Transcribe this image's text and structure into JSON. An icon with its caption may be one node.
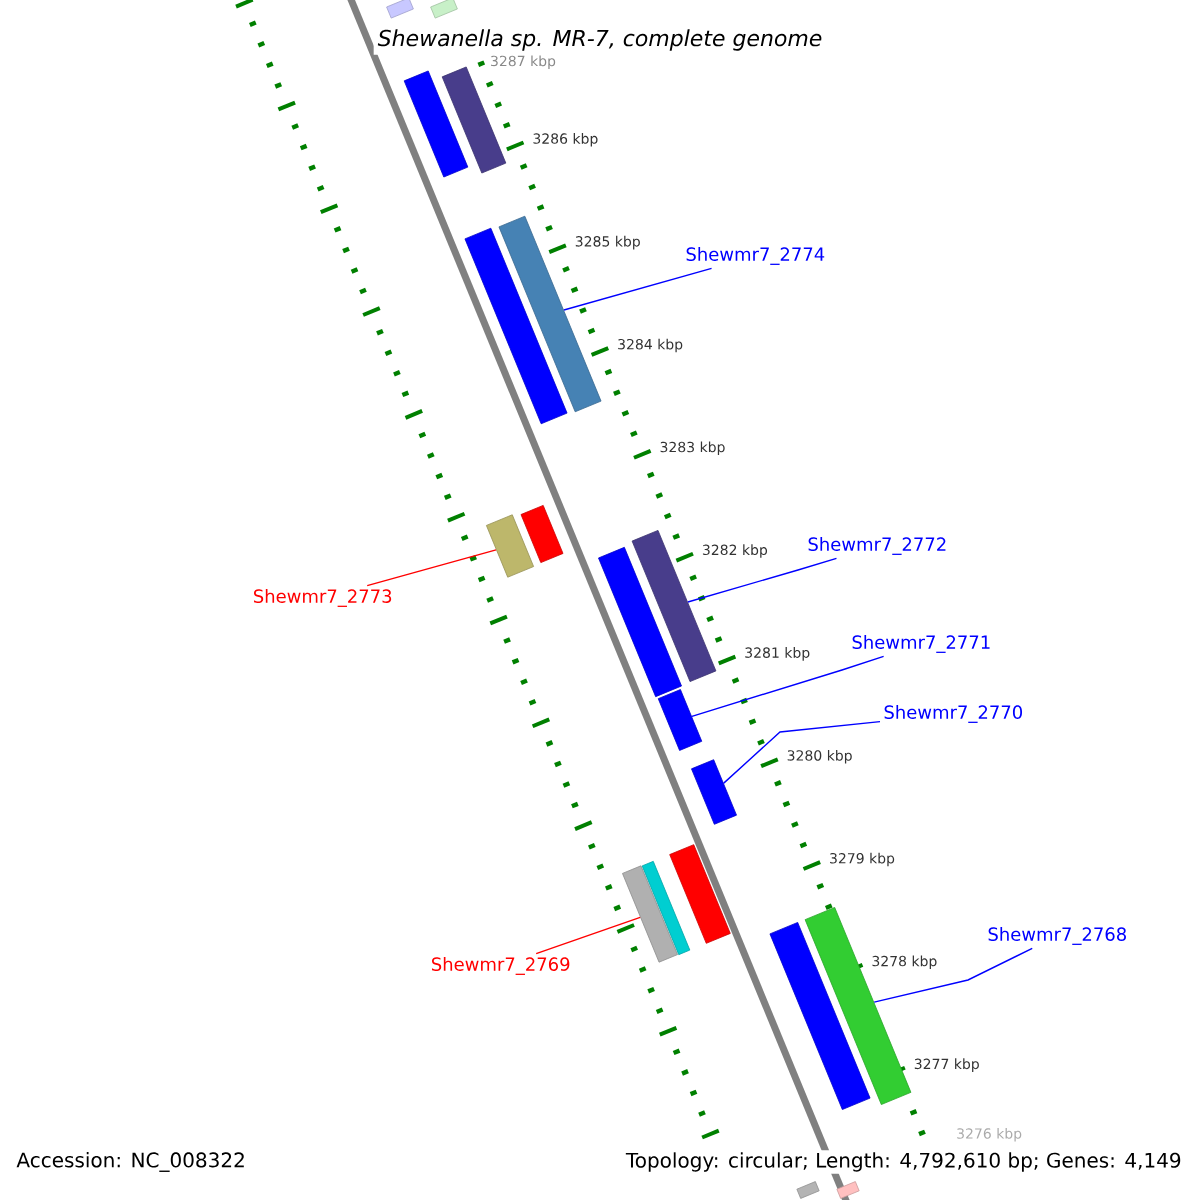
{
  "diagram": {
    "title": "Shewanella sp. MR-7, complete genome",
    "nodes": [
      {
        "text": [],
        "shape": "bar"
      },
      {
        "text": [],
        "shape": "bar"
      },
      {
        "text": [],
        "shape": "bar"
      },
      {
        "text": [],
        "shape": "bar"
      },
      {
        "text": [],
        "shape": "bar"
      },
      {
        "text": [],
        "shape": "bar"
      },
      {
        "text": [
          "Shewmr7_2774"
        ]
      },
      {
        "text": [],
        "shape": "bar"
      },
      {
        "text": [],
        "shape": "bar"
      },
      {
        "text": [
          "Shewmr7_2772"
        ]
      },
      {
        "text": [
          "Shewmr7_2773"
        ]
      },
      {
        "text": [],
        "shape": "bar"
      },
      {
        "text": [],
        "shape": "bar"
      },
      {
        "text": [
          "Shewmr7_2771"
        ]
      },
      {
        "text": [],
        "shape": "bar"
      },
      {
        "text": [
          "Shewmr7_2770"
        ]
      },
      {
        "text": [],
        "shape": "bar"
      },
      {
        "text": [],
        "shape": "bar"
      },
      {
        "text": [],
        "shape": "bar"
      },
      {
        "text": [],
        "shape": "bar"
      },
      {
        "text": [
          "Shewmr7_2768"
        ]
      },
      {
        "text": [
          "Shewmr7_2769"
        ]
      },
      {
        "text": [],
        "shape": "bar"
      },
      {
        "text": [],
        "shape": "bar"
      },
      {
        "text": [],
        "shape": "bar"
      },
      {
        "text": [],
        "shape": "bar"
      }
    ],
    "edges": [
      {
        "from": 6,
        "to": 5,
        "arrow": "none"
      },
      {
        "from": 9,
        "to": 12,
        "arrow": "none"
      },
      {
        "from": 10,
        "to": 7,
        "arrow": "none",
        "color": "#ff0000"
      },
      {
        "from": 13,
        "to": 14,
        "arrow": "none"
      },
      {
        "from": 15,
        "to": 16,
        "arrow": "none"
      },
      {
        "from": 20,
        "to": 23,
        "arrow": "none"
      },
      {
        "from": 21,
        "to": 17,
        "arrow": "none",
        "color": "#ff0000"
      }
    ],
    "labels": [
      "3287 kbp",
      "3286 kbp",
      "3285 kbp",
      "3284 kbp",
      "3283 kbp",
      "3282 kbp",
      "3281 kbp",
      "3280 kbp",
      "3279 kbp",
      "3278 kbp",
      "3277 kbp",
      "3276 kbp",
      "Accession: NC_008322",
      "Topology: circular; Length: 4,792,610 bp; Genes: 4,149"
    ]
  }
}
